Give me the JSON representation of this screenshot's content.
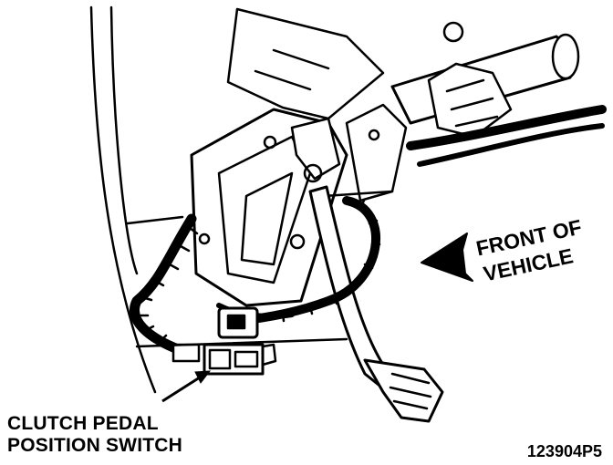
{
  "labels": {
    "switch_line1": "CLUTCH PEDAL",
    "switch_line2": "POSITION SWITCH",
    "front_line1": "FRONT OF",
    "front_line2": "VEHICLE",
    "figure_id": "123904P5"
  },
  "colors": {
    "ink": "#000000",
    "paper": "#ffffff"
  }
}
